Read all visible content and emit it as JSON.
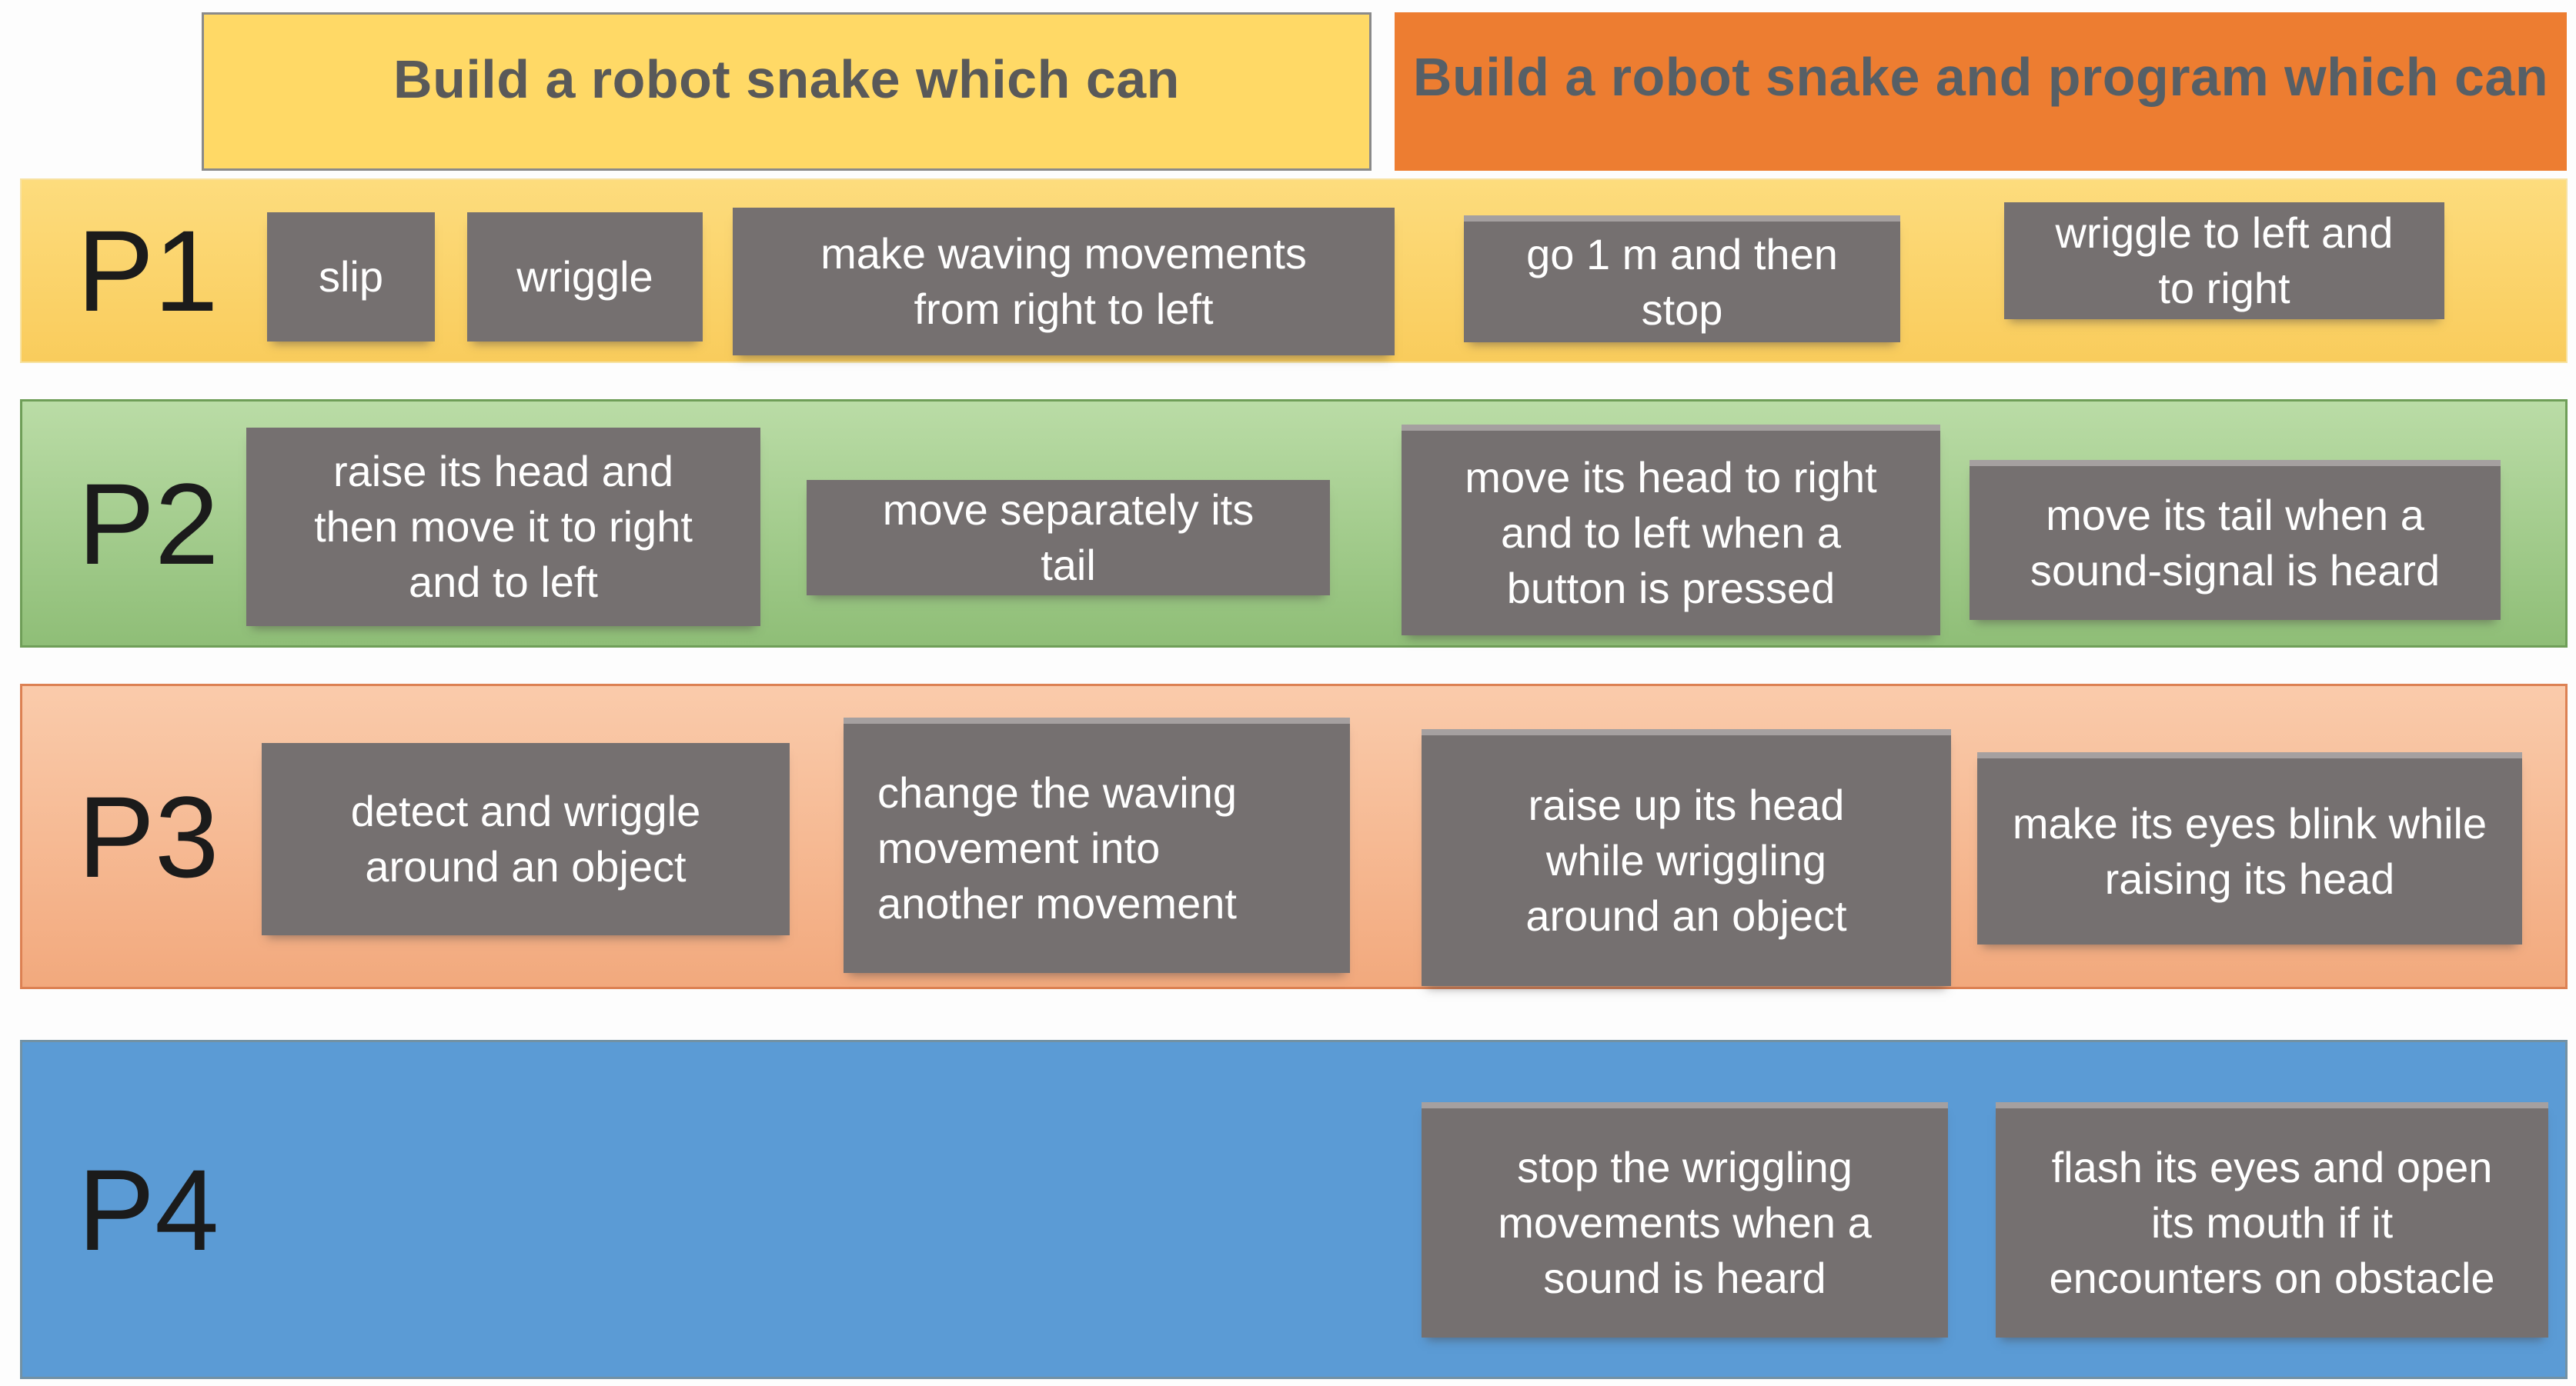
{
  "diagram": {
    "type": "task-matrix",
    "title": "Robot snake build and programming tasks by phase",
    "colors": {
      "header_build": "#FFD966",
      "header_build_program": "#ED7D31",
      "header_text": "#595959",
      "band_p1": "#FBD466",
      "band_p2": "#A5CE8F",
      "band_p3": "#F6B894",
      "band_p4": "#5B9BD5",
      "task_box": "#757070",
      "task_text": "#FFFFFF",
      "row_label_text": "#1B1B1B"
    },
    "columns": [
      {
        "id": "build",
        "label": "Build a robot snake which can"
      },
      {
        "id": "build_program",
        "label": "Build a robot snake and program which can"
      }
    ],
    "rows": [
      {
        "label": "P1",
        "tasks": [
          {
            "text": "slip",
            "column": "build"
          },
          {
            "text": "wriggle",
            "column": "build"
          },
          {
            "text": "make waving movements\nfrom right to left",
            "column": "build"
          },
          {
            "text": "go 1 m and then\nstop",
            "column": "build_program"
          },
          {
            "text": "wriggle to left and\nto right",
            "column": "build_program"
          }
        ]
      },
      {
        "label": "P2",
        "tasks": [
          {
            "text": "raise its head and\nthen move it to right\nand to left",
            "column": "build"
          },
          {
            "text": "move separately its\ntail",
            "column": "build"
          },
          {
            "text": "move its head to right\nand to left when a\nbutton is pressed",
            "column": "build_program"
          },
          {
            "text": "move its tail when a\nsound-signal is heard",
            "column": "build_program"
          }
        ]
      },
      {
        "label": "P3",
        "tasks": [
          {
            "text": "detect and wriggle\naround an object",
            "column": "build"
          },
          {
            "text": "change the waving\nmovement into\nanother movement",
            "column": "build"
          },
          {
            "text": "raise up its head\nwhile wriggling\naround an object",
            "column": "build_program"
          },
          {
            "text": "make its eyes blink while\nraising its head",
            "column": "build_program"
          }
        ]
      },
      {
        "label": "P4",
        "tasks": [
          {
            "text": "stop the wriggling\nmovements when a\nsound is heard",
            "column": "build_program"
          },
          {
            "text": "flash its eyes and open\nits mouth if it\nencounters on obstacle",
            "column": "build_program"
          }
        ]
      }
    ]
  }
}
